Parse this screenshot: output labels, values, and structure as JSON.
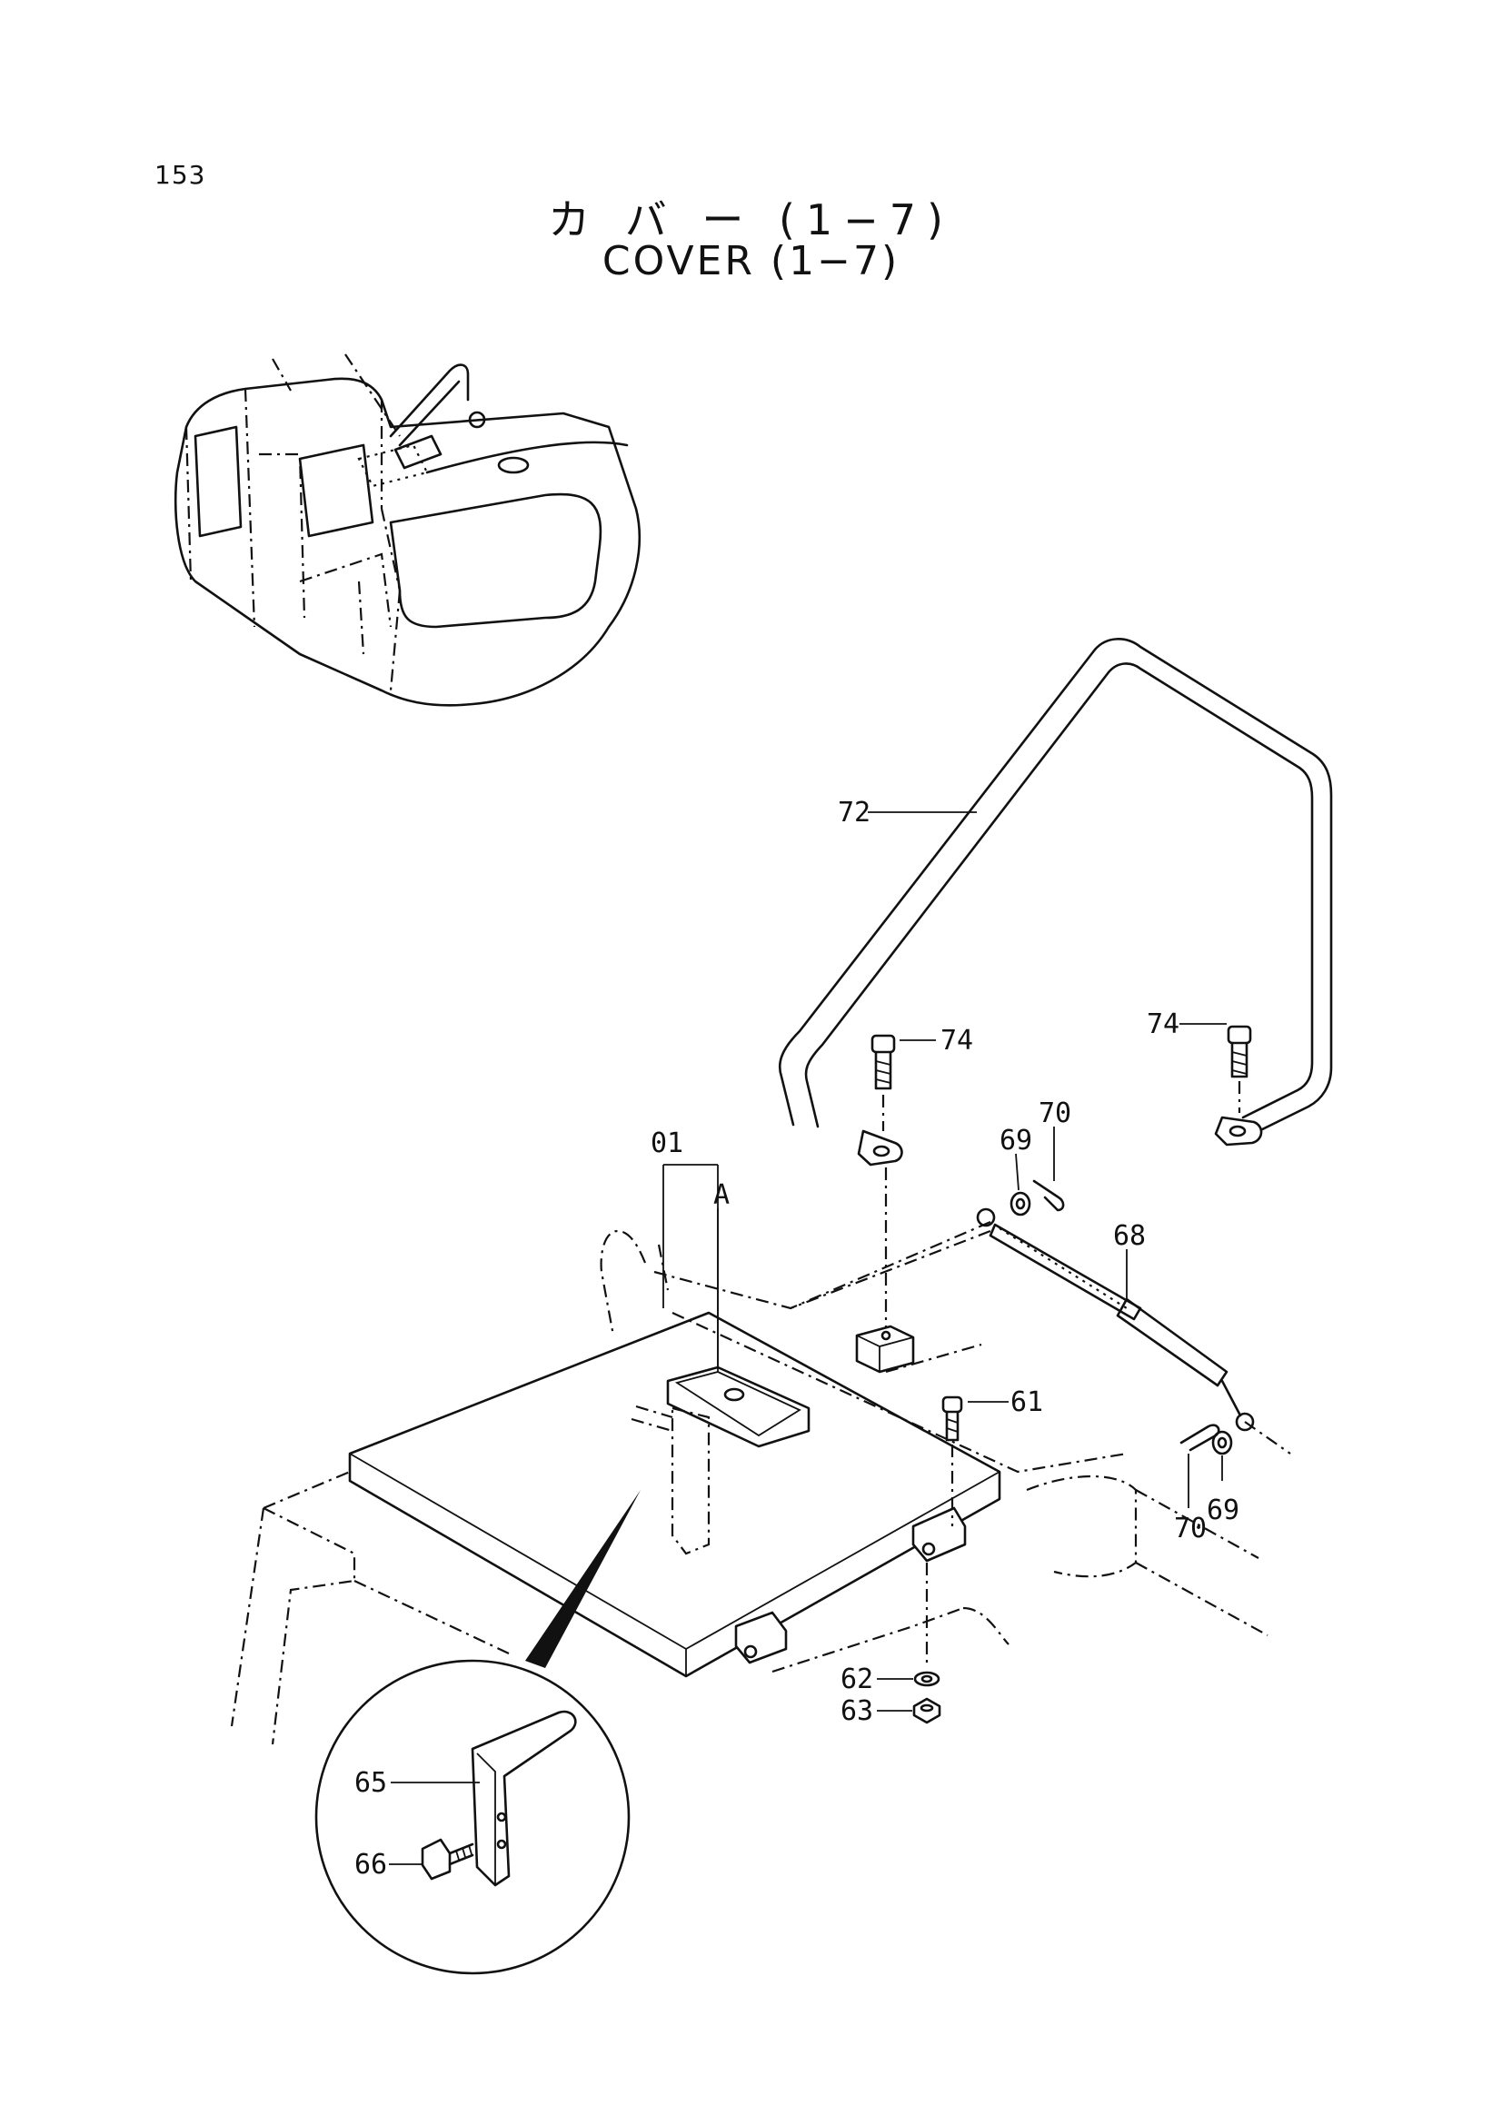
{
  "page": {
    "number": "153",
    "title_ja": "カ バ ー (1−7)",
    "title_en": "COVER (1−7)"
  },
  "callouts": {
    "c72": "72",
    "c74a": "74",
    "c74b": "74",
    "c69a": "69",
    "c70a": "70",
    "c01": "01",
    "cA": "A",
    "c68": "68",
    "c61": "61",
    "c70b": "70",
    "c69b": "69",
    "c62": "62",
    "c63": "63",
    "c65": "65",
    "c66": "66"
  }
}
